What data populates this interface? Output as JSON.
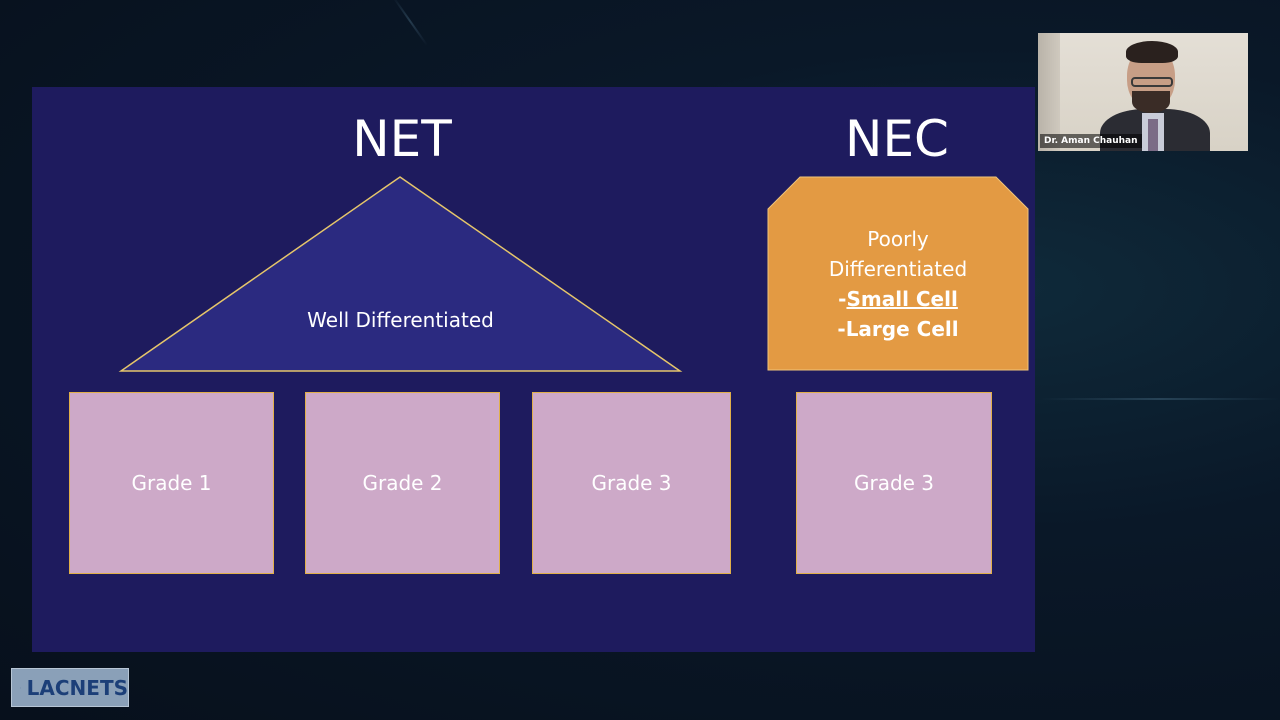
{
  "slide": {
    "net_heading": "NET",
    "nec_heading": "NEC",
    "net_triangle_label": "Well Differentiated",
    "nec_box": {
      "line1": "Poorly",
      "line2": "Differentiated",
      "small_cell_prefix": "-",
      "small_cell": "Small Cell",
      "large_cell": "-Large Cell"
    },
    "grades": [
      "Grade 1",
      "Grade 2",
      "Grade 3",
      "Grade 3"
    ]
  },
  "video": {
    "participant_name": "Dr. Aman Chauhan"
  },
  "logo": {
    "text": "LACNETS",
    "icon": "ribbon-icon"
  },
  "colors": {
    "slide_bg": "#1e1b5e",
    "triangle_fill": "#2b2a80",
    "triangle_stroke": "#e6c66a",
    "nec_fill": "#e39a43",
    "grade_fill": "#cda9c8",
    "grade_border": "#e0b04a"
  }
}
